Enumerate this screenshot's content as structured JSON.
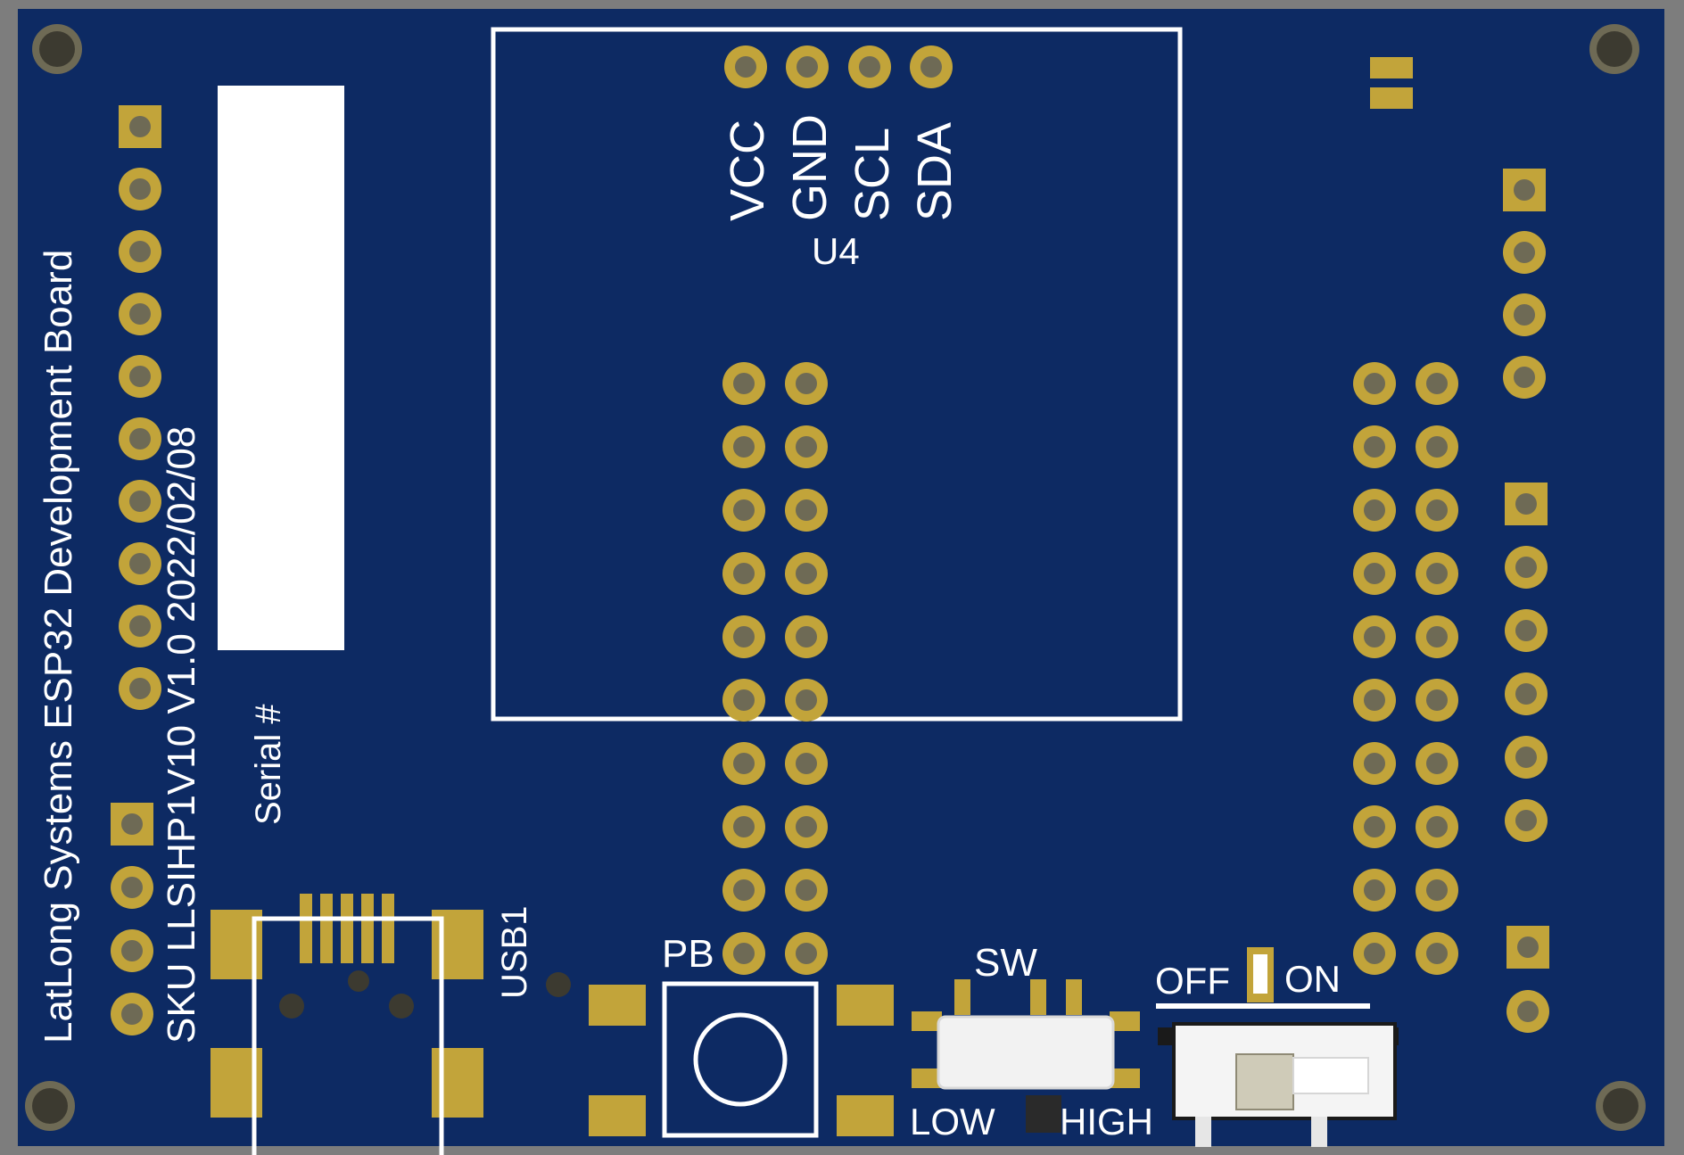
{
  "board": {
    "title_line": "LatLong Systems ESP32 Development Board",
    "sku_line": "SKU LLSIHP1V10 V1.0 2022/02/08",
    "serial_label": "Serial #"
  },
  "colors": {
    "board": "#0d2a63",
    "background": "#7d7d7d",
    "silkscreen": "#ffffff",
    "pad_gold": "#c2a43a",
    "hole": "#6e6a55"
  },
  "module_u4": {
    "designator": "U4",
    "pins": [
      "VCC",
      "GND",
      "SCL",
      "SDA"
    ]
  },
  "usb": {
    "designator": "USB1"
  },
  "push_button": {
    "designator": "PB"
  },
  "slide_switch_sw": {
    "designator": "SW",
    "left_label": "LOW",
    "right_label": "HIGH"
  },
  "power_switch": {
    "left_label": "OFF",
    "right_label": "ON"
  },
  "icons": [
    "mounting-hole-icon",
    "tactile-button-icon",
    "slide-switch-icon",
    "usb-connector-icon"
  ]
}
